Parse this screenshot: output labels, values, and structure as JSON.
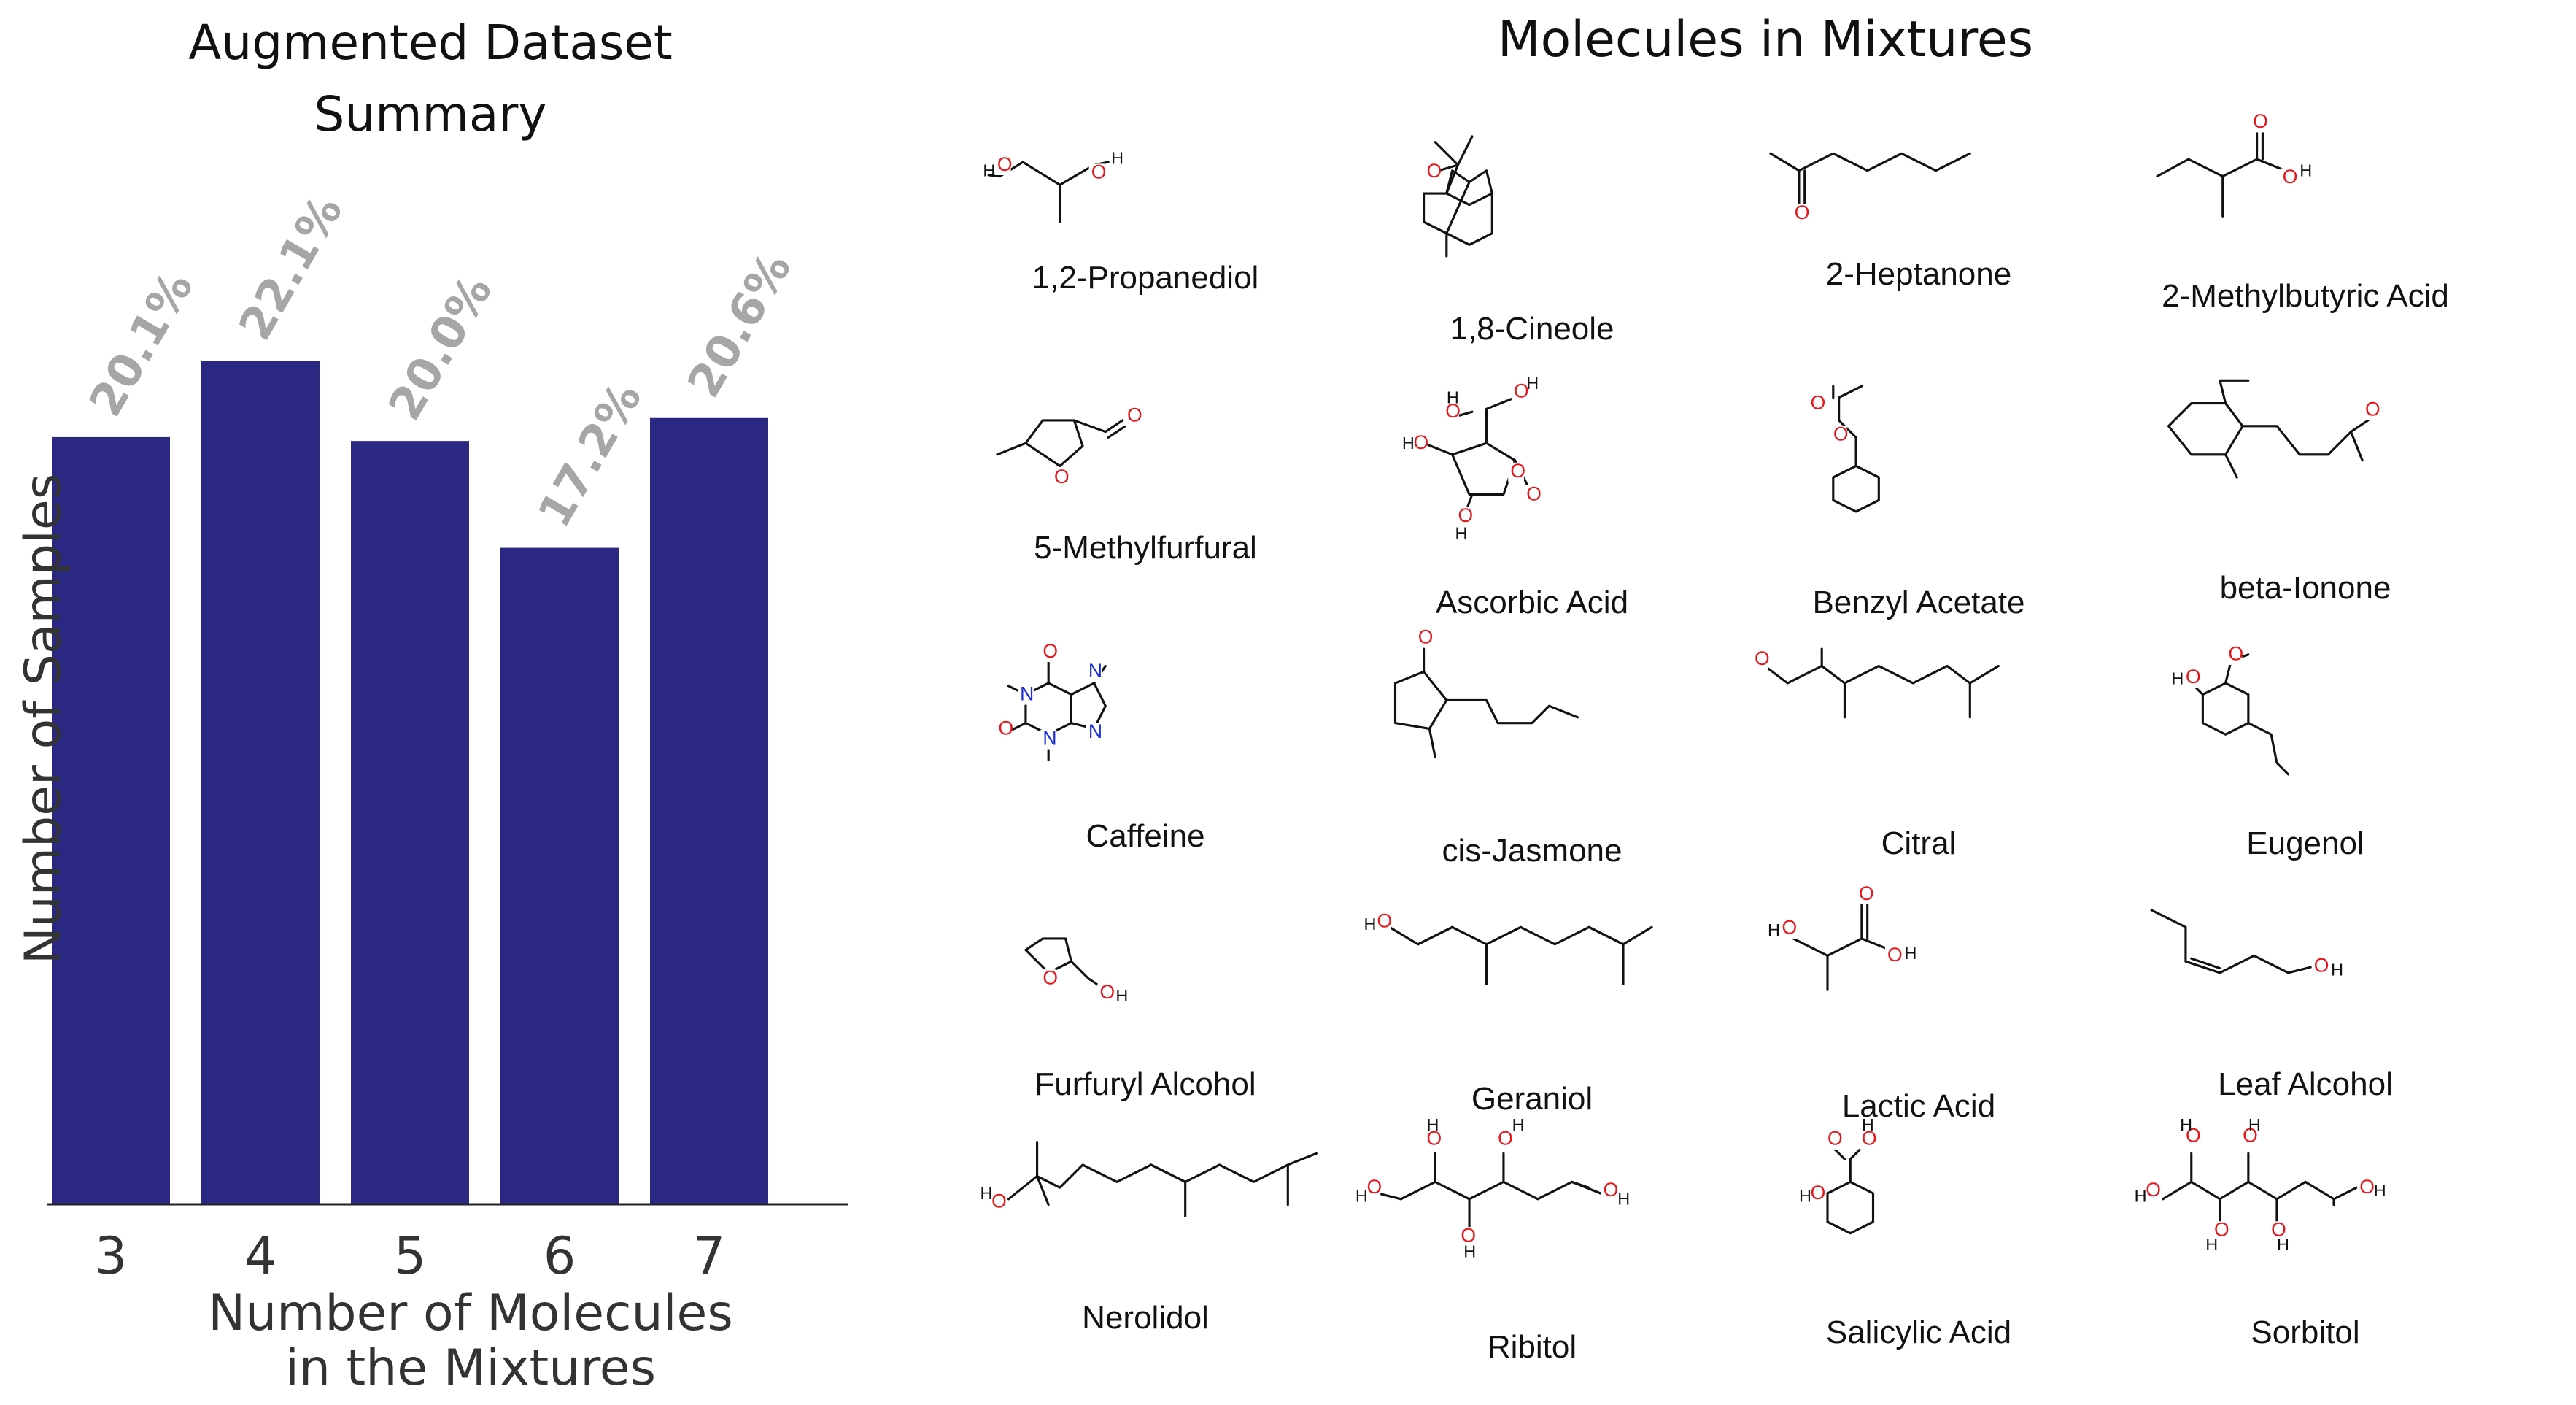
{
  "chart_data": {
    "type": "bar",
    "title": "Augmented Dataset Summary",
    "title_lines": [
      "Augmented Dataset",
      "Summary"
    ],
    "categories": [
      "3",
      "4",
      "5",
      "6",
      "7"
    ],
    "values": [
      20.1,
      22.1,
      20.0,
      17.2,
      20.6
    ],
    "value_labels": [
      "20.1%",
      "22.1%",
      "20.0%",
      "17.2%",
      "20.6%"
    ],
    "xlabel": "Number of Molecules in the Mixtures",
    "xlabel_lines": [
      "Number of Molecules",
      "in the Mixtures"
    ],
    "ylabel": "Number of Samples",
    "ylim": [
      0,
      25
    ],
    "grid": false,
    "bar_color": "#2b2884",
    "label_color": "#a6a6a6"
  },
  "molecules": {
    "title": "Molecules in Mixtures",
    "colors": {
      "oxygen": "#e8151b",
      "nitrogen": "#1a2ce0"
    },
    "atoms": {
      "o": "O",
      "h": "H",
      "n": "N"
    },
    "items": [
      {
        "name": "1,2-Propanediol"
      },
      {
        "name": "1,8-Cineole"
      },
      {
        "name": "2-Heptanone"
      },
      {
        "name": "2-Methylbutyric Acid"
      },
      {
        "name": "5-Methylfurfural"
      },
      {
        "name": "Ascorbic Acid"
      },
      {
        "name": "Benzyl Acetate"
      },
      {
        "name": "beta-Ionone"
      },
      {
        "name": "Caffeine"
      },
      {
        "name": "cis-Jasmone"
      },
      {
        "name": "Citral"
      },
      {
        "name": "Eugenol"
      },
      {
        "name": "Furfuryl Alcohol"
      },
      {
        "name": "Geraniol"
      },
      {
        "name": "Lactic Acid"
      },
      {
        "name": "Leaf Alcohol"
      },
      {
        "name": "Nerolidol"
      },
      {
        "name": "Ribitol"
      },
      {
        "name": "Salicylic Acid"
      },
      {
        "name": "Sorbitol"
      }
    ]
  }
}
